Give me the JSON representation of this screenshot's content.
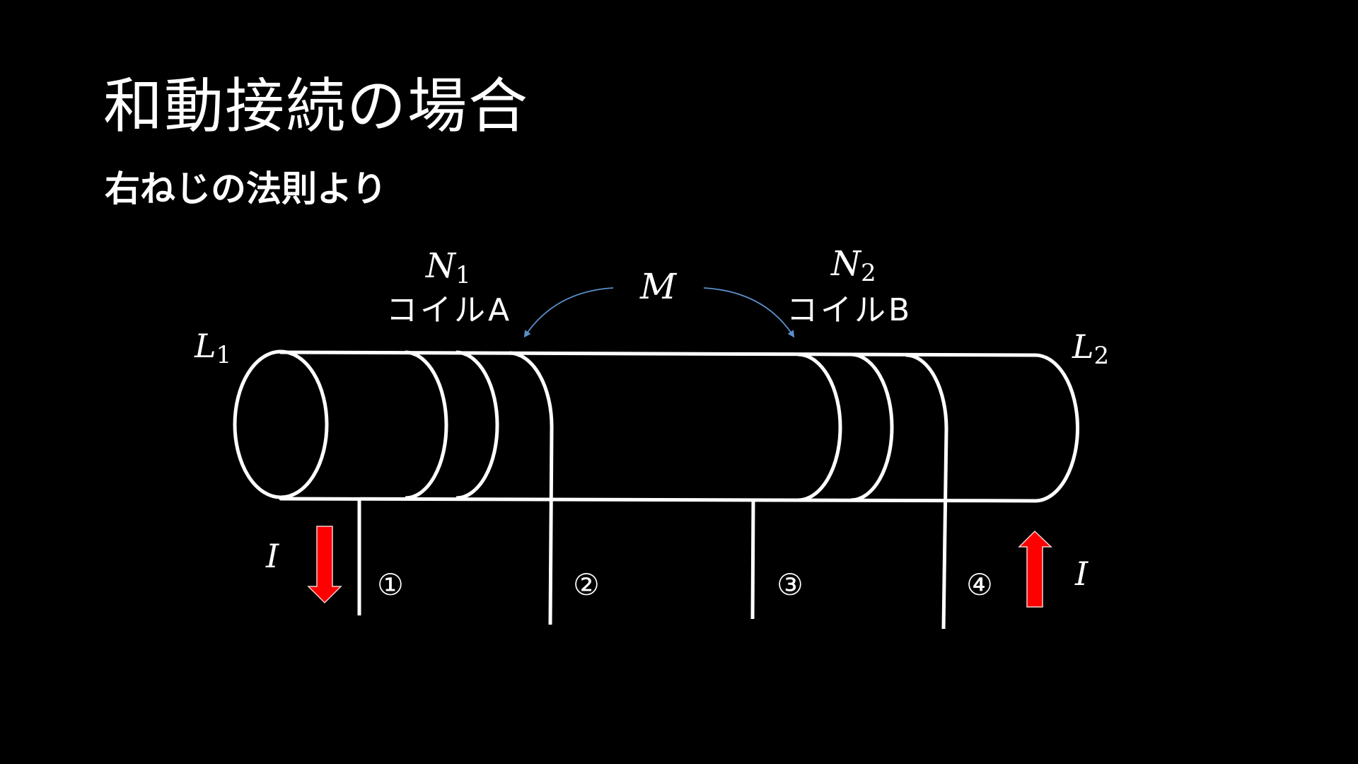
{
  "slide": {
    "title": "和動接続の場合",
    "subtitle": "右ねじの法則より"
  },
  "diagram": {
    "inductance_left": {
      "symbol": "L",
      "subscript": "1"
    },
    "inductance_right": {
      "symbol": "L",
      "subscript": "2"
    },
    "coil_a": {
      "turns_symbol": "N",
      "turns_subscript": "1",
      "label": "コイルA"
    },
    "coil_b": {
      "turns_symbol": "N",
      "turns_subscript": "2",
      "label": "コイルB"
    },
    "mutual": {
      "symbol": "M"
    },
    "current_left": {
      "symbol": "I",
      "direction": "down"
    },
    "current_right": {
      "symbol": "I",
      "direction": "up"
    },
    "terminals": [
      {
        "label": "①"
      },
      {
        "label": "②"
      },
      {
        "label": "③"
      },
      {
        "label": "④"
      }
    ],
    "colors": {
      "background": "#000000",
      "lines": "#ffffff",
      "current_arrow": "#ff0000",
      "mutual_arrow": "#5b8fc9"
    }
  }
}
